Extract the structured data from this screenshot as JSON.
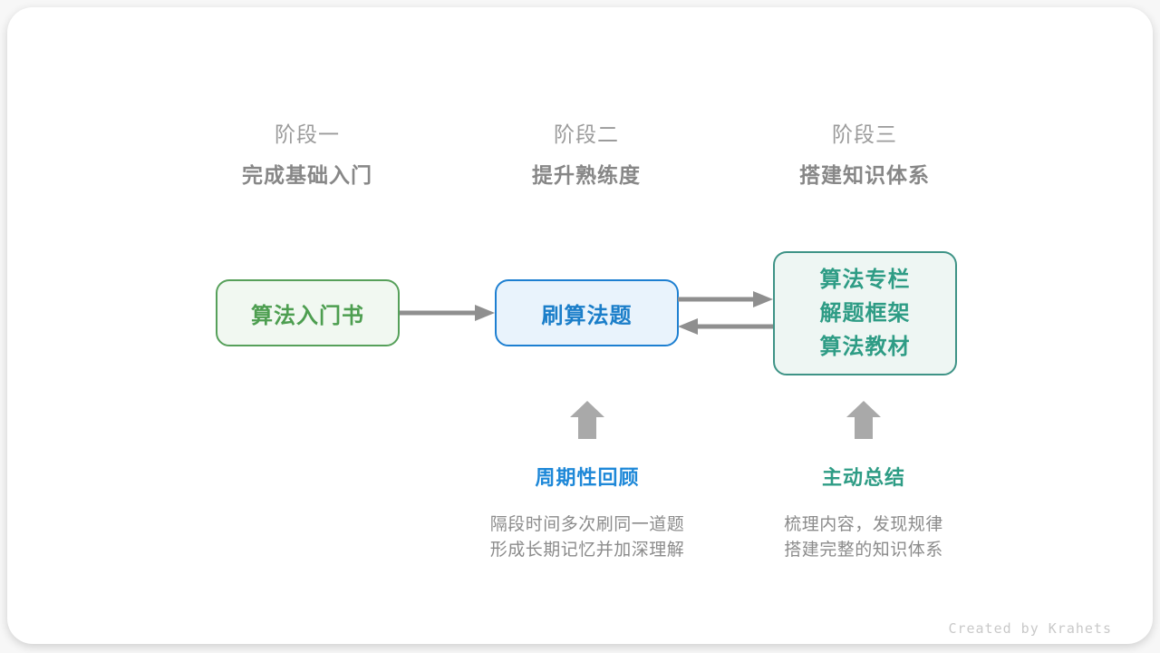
{
  "stages": [
    {
      "label": "阶段一",
      "subtitle": "完成基础入门"
    },
    {
      "label": "阶段二",
      "subtitle": "提升熟练度"
    },
    {
      "label": "阶段三",
      "subtitle": "搭建知识体系"
    }
  ],
  "nodes": {
    "intro_book": {
      "label": "算法入门书"
    },
    "practice": {
      "label": "刷算法题"
    },
    "knowledge": {
      "lines": [
        "算法专栏",
        "解题框架",
        "算法教材"
      ]
    }
  },
  "annotations": {
    "review": {
      "title": "周期性回顾",
      "desc_line1": "隔段时间多次刷同一道题",
      "desc_line2": "形成长期记忆并加深理解"
    },
    "summary": {
      "title": "主动总结",
      "desc_line1": "梳理内容，发现规律",
      "desc_line2": "搭建完整的知识体系"
    }
  },
  "footer": {
    "credit": "Created by Krahets"
  },
  "colors": {
    "green_border": "#56a05a",
    "green_bg": "#f1f8f1",
    "green_text": "#4d9e50",
    "blue_border": "#1d7fd1",
    "blue_bg": "#e9f3fc",
    "blue_text": "#1b7ec9",
    "teal_border": "#3e9386",
    "teal_bg": "#eef6f3",
    "teal_text": "#2e9c85",
    "horizontal_arrow": "#8f8f8f",
    "up_arrow": "#a9a9a9",
    "stage_label": "#9b9b9b",
    "stage_subtitle": "#878787",
    "description_text": "#8b8b8b",
    "credit_text": "#c9c9c9"
  }
}
